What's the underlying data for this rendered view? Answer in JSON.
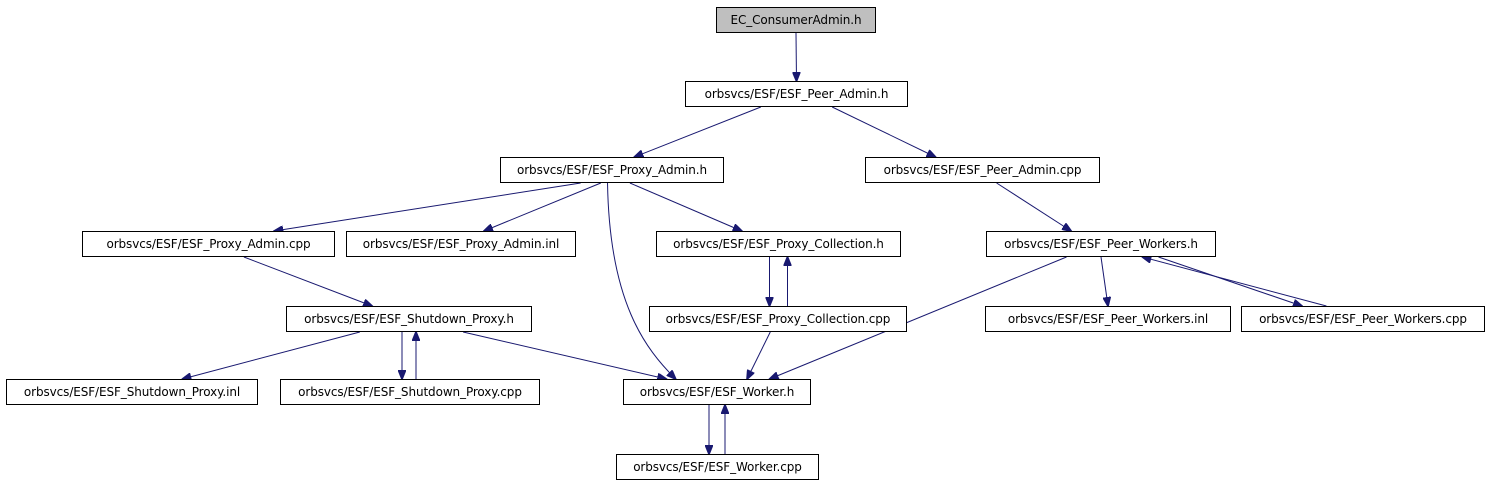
{
  "colors": {
    "edge": "#191970",
    "node_border": "#000000",
    "root_fill": "#bfbfbf",
    "node_fill": "#ffffff"
  },
  "nodes": {
    "root": "EC_ConsumerAdmin.h",
    "peer_admin_h": "orbsvcs/ESF/ESF_Peer_Admin.h",
    "proxy_admin_h": "orbsvcs/ESF/ESF_Proxy_Admin.h",
    "peer_admin_cpp": "orbsvcs/ESF/ESF_Peer_Admin.cpp",
    "proxy_admin_cpp": "orbsvcs/ESF/ESF_Proxy_Admin.cpp",
    "proxy_admin_inl": "orbsvcs/ESF/ESF_Proxy_Admin.inl",
    "proxy_collection_h": "orbsvcs/ESF/ESF_Proxy_Collection.h",
    "peer_workers_h": "orbsvcs/ESF/ESF_Peer_Workers.h",
    "shutdown_proxy_h": "orbsvcs/ESF/ESF_Shutdown_Proxy.h",
    "proxy_collection_cpp": "orbsvcs/ESF/ESF_Proxy_Collection.cpp",
    "peer_workers_inl": "orbsvcs/ESF/ESF_Peer_Workers.inl",
    "peer_workers_cpp": "orbsvcs/ESF/ESF_Peer_Workers.cpp",
    "shutdown_proxy_inl": "orbsvcs/ESF/ESF_Shutdown_Proxy.inl",
    "shutdown_proxy_cpp": "orbsvcs/ESF/ESF_Shutdown_Proxy.cpp",
    "worker_h": "orbsvcs/ESF/ESF_Worker.h",
    "worker_cpp": "orbsvcs/ESF/ESF_Worker.cpp"
  },
  "edges": [
    [
      "root",
      "peer_admin_h"
    ],
    [
      "peer_admin_h",
      "proxy_admin_h"
    ],
    [
      "peer_admin_h",
      "peer_admin_cpp"
    ],
    [
      "proxy_admin_h",
      "proxy_admin_cpp"
    ],
    [
      "proxy_admin_h",
      "proxy_admin_inl"
    ],
    [
      "proxy_admin_h",
      "proxy_collection_h"
    ],
    [
      "proxy_admin_h",
      "worker_h"
    ],
    [
      "peer_admin_cpp",
      "peer_workers_h"
    ],
    [
      "proxy_admin_cpp",
      "shutdown_proxy_h"
    ],
    [
      "proxy_collection_h",
      "proxy_collection_cpp"
    ],
    [
      "proxy_collection_cpp",
      "proxy_collection_h"
    ],
    [
      "proxy_collection_cpp",
      "worker_h"
    ],
    [
      "peer_workers_h",
      "worker_h"
    ],
    [
      "peer_workers_h",
      "peer_workers_inl"
    ],
    [
      "peer_workers_h",
      "peer_workers_cpp"
    ],
    [
      "peer_workers_cpp",
      "peer_workers_h"
    ],
    [
      "shutdown_proxy_h",
      "shutdown_proxy_inl"
    ],
    [
      "shutdown_proxy_h",
      "shutdown_proxy_cpp"
    ],
    [
      "shutdown_proxy_cpp",
      "shutdown_proxy_h"
    ],
    [
      "shutdown_proxy_h",
      "worker_h"
    ],
    [
      "worker_h",
      "worker_cpp"
    ],
    [
      "worker_cpp",
      "worker_h"
    ]
  ]
}
